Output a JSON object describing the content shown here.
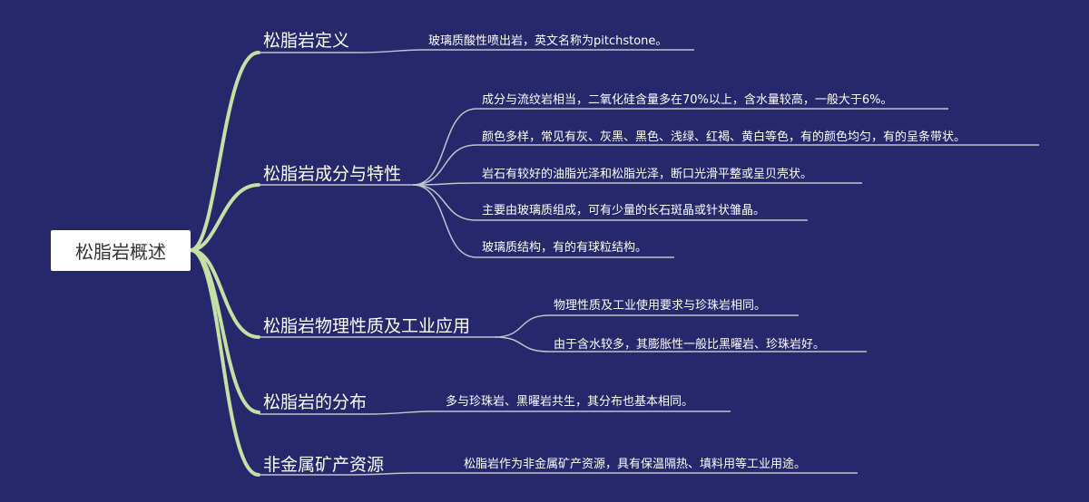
{
  "root": {
    "label": "松脂岩概述"
  },
  "colors": {
    "background": "#27276b",
    "main_branch": "#c5e0a5",
    "sub_branch": "#c0c4cc",
    "root_fill": "#ffffff"
  },
  "topics": [
    {
      "label": "松脂岩定义",
      "children": [
        "玻璃质酸性喷出岩，英文名称为pitchstone。"
      ]
    },
    {
      "label": "松脂岩成分与特性",
      "children": [
        "成分与流纹岩相当，二氧化硅含量多在70%以上，含水量较高，一般大于6%。",
        "颜色多样，常见有灰、灰黑、黑色、浅绿、红褐、黄白等色，有的颜色均匀，有的呈条带状。",
        "岩石有较好的油脂光泽和松脂光泽，断口光滑平整或呈贝壳状。",
        "主要由玻璃质组成，可有少量的长石斑晶或针状雏晶。",
        "玻璃质结构，有的有球粒结构。"
      ]
    },
    {
      "label": "松脂岩物理性质及工业应用",
      "children": [
        "物理性质及工业使用要求与珍珠岩相同。",
        "由于含水较多，其膨胀性一般比黑曜岩、珍珠岩好。"
      ]
    },
    {
      "label": "松脂岩的分布",
      "children": [
        "多与珍珠岩、黑曜岩共生，其分布也基本相同。"
      ]
    },
    {
      "label": "非金属矿产资源",
      "children": [
        "松脂岩作为非金属矿产资源，具有保温隔热、填料用等工业用途。"
      ]
    }
  ]
}
